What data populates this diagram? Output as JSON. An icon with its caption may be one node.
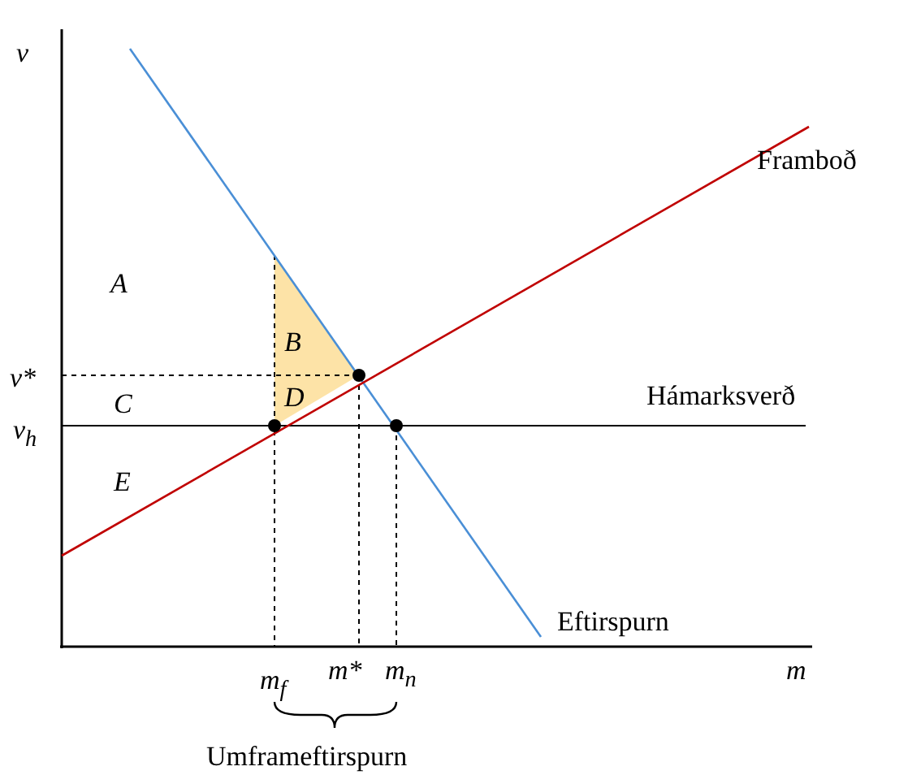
{
  "diagram": {
    "labels": [
      "v",
      "Framboð",
      "A",
      "B",
      "v*",
      "C",
      "D",
      "Hámarksverð",
      "v$_{h}$",
      "E",
      "Eftirspurn",
      "m$_{f}$",
      "m*",
      "m$_{n}$",
      "m",
      "Umframeftirspurn"
    ]
  }
}
